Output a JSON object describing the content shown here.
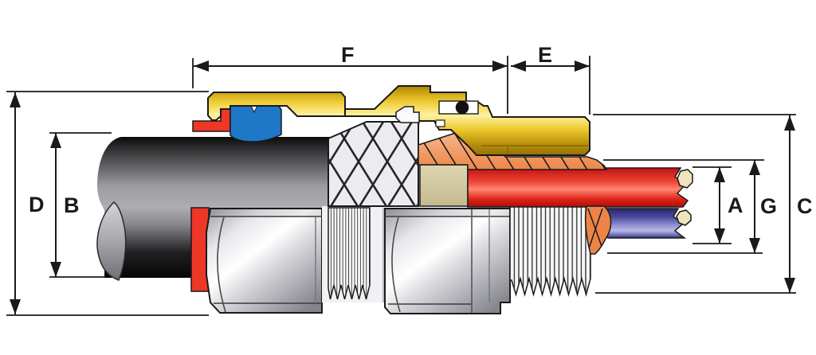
{
  "dimensions": {
    "A": {
      "label": "A"
    },
    "B": {
      "label": "B"
    },
    "C": {
      "label": "C"
    },
    "D": {
      "label": "D"
    },
    "E": {
      "label": "E"
    },
    "F": {
      "label": "F"
    },
    "G": {
      "label": "G"
    }
  },
  "palette": {
    "line": "#1a1a1a",
    "brass_gold": "#f0ce3a",
    "brass_highlight": "#fdf2a2",
    "brass_shadow": "#8a6c04",
    "seal_blue": "#1f77c8",
    "seal_red": "#ee3726",
    "cable_black": "#0a0a0a",
    "cable_gray": "#aeaeb2",
    "armour_orange": "#f09a62",
    "liner_tan": "#d5cba4",
    "inner_sheath_red": "#ee4434",
    "wire_blue": "#5050a8",
    "conductor_cream": "#efe4bc",
    "metal_silver": "#d9d9de",
    "braid_white": "#ededf1",
    "background": "#ffffff"
  }
}
